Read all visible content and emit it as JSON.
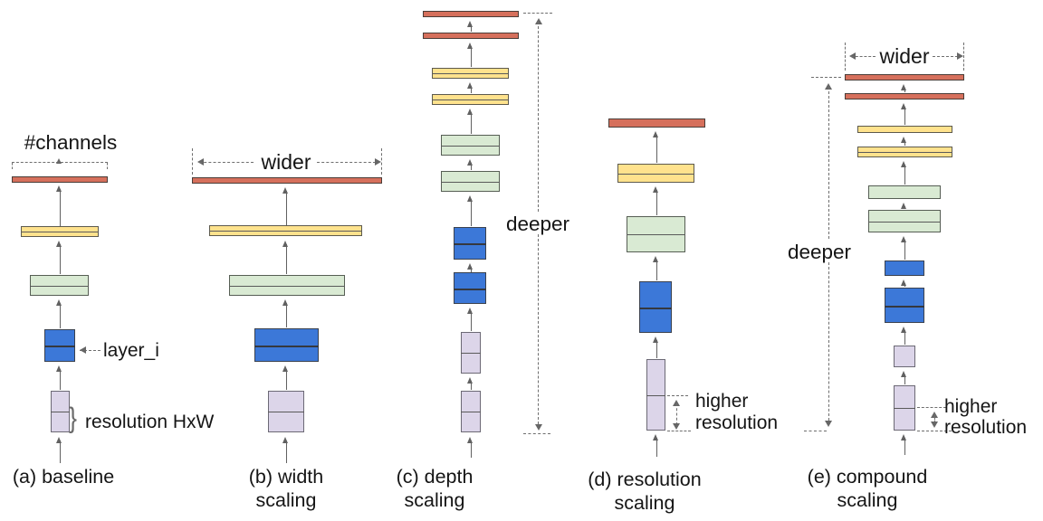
{
  "panels": {
    "a": {
      "caption": "(a) baseline",
      "channels_label": "#channels",
      "layer_label": "layer_i",
      "resolution_label": "resolution HxW",
      "brace_glyph": "}"
    },
    "b": {
      "caption1": "(b) width",
      "caption2": "scaling",
      "wider_label": "wider"
    },
    "c": {
      "caption1": "(c) depth",
      "caption2": "scaling",
      "deeper_label": "deeper"
    },
    "d": {
      "caption1": "(d) resolution",
      "caption2": "scaling",
      "higher_label": "higher",
      "resolution_label": "resolution"
    },
    "e": {
      "caption1": "(e) compound",
      "caption2": "scaling",
      "wider_label": "wider",
      "deeper_label": "deeper",
      "higher_label": "higher",
      "resolution_label": "resolution"
    }
  },
  "palette": {
    "output_bar_red": "#d6705c",
    "yellow_layer": "#ffe28d",
    "green_layer": "#d9ead3",
    "blue_layer": "#3c78d8",
    "input_box_lavender": "#dcd5e9",
    "arrow": "#616161",
    "dashed_annotation": "#6e6e6e",
    "text": "#151515"
  },
  "structure": {
    "a": {
      "stack_bottom_to_top": [
        "lavender input (resolution HxW)",
        "blue layer_i",
        "green layer",
        "yellow layer",
        "red #channels output bar"
      ],
      "scaling": "none (baseline network)"
    },
    "b": {
      "stack_bottom_to_top": [
        "lavender input",
        "blue layer",
        "green layer",
        "yellow layer",
        "red output bar"
      ],
      "scaling": "width scaling: every layer drawn wider"
    },
    "c": {
      "stack_bottom_to_top": [
        "lavender input x2",
        "blue layer x2",
        "green layer x2",
        "yellow layer x2",
        "red output bar x2"
      ],
      "scaling": "depth scaling: every layer duplicated (deeper)"
    },
    "d": {
      "stack_bottom_to_top": [
        "lavender input",
        "blue layer",
        "green layer",
        "yellow layer",
        "red output bar"
      ],
      "scaling": "resolution scaling: every layer drawn taller (higher resolution)"
    },
    "e": {
      "stack_bottom_to_top": [
        "lavender input x2",
        "blue layer x2",
        "green layer x2",
        "yellow layer x2",
        "red output bar x2"
      ],
      "scaling": "compound scaling: wider + deeper + higher resolution"
    }
  }
}
